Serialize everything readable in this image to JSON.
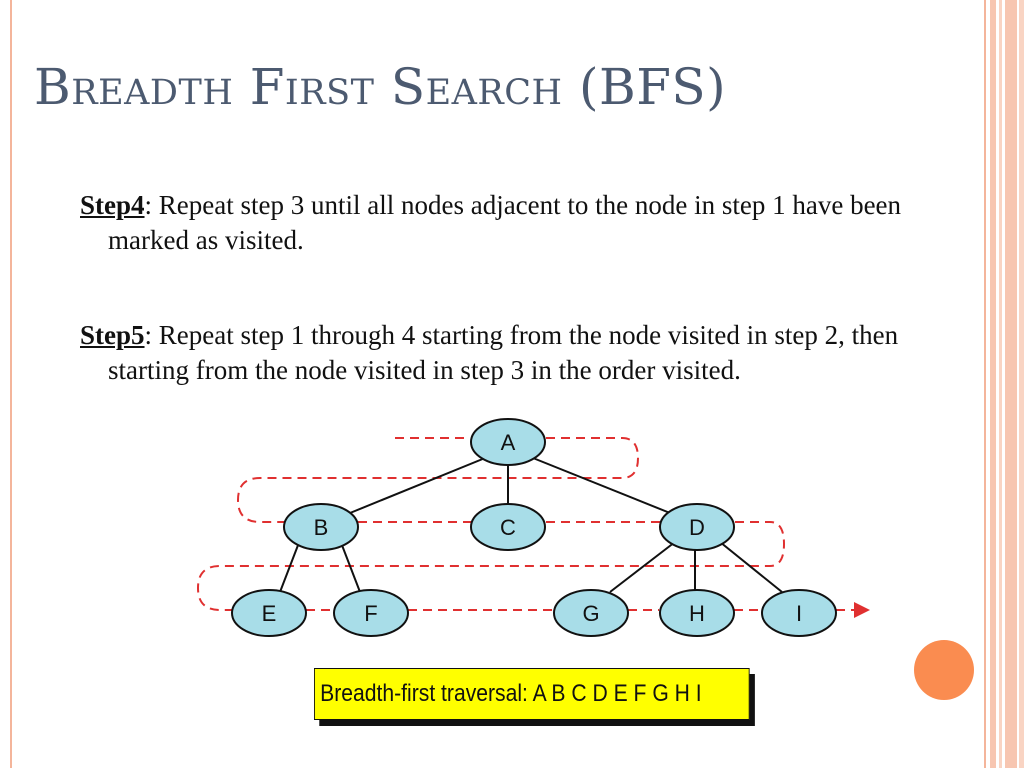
{
  "slide": {
    "title": "Breadth First Search (BFS)"
  },
  "paragraphs": [
    {
      "label": "Step4",
      "text": ": Repeat step 3 until all nodes adjacent to the node in step 1 have been marked as visited."
    },
    {
      "label": "Step5",
      "text": ": Repeat step 1 through 4 starting from the node visited in step 2, then starting from the node visited in step 3 in the order visited."
    }
  ],
  "diagram": {
    "nodes": [
      "A",
      "B",
      "C",
      "D",
      "E",
      "F",
      "G",
      "H",
      "I"
    ],
    "edges": [
      [
        "A",
        "B"
      ],
      [
        "A",
        "C"
      ],
      [
        "A",
        "D"
      ],
      [
        "B",
        "E"
      ],
      [
        "B",
        "F"
      ],
      [
        "D",
        "G"
      ],
      [
        "D",
        "H"
      ],
      [
        "D",
        "I"
      ]
    ],
    "traversal_caption": "Breadth-first traversal: A  B  C  D  E  F  G  H  I"
  },
  "colors": {
    "title": "#4c5a70",
    "node_fill": "#a8dde8",
    "dashed_path": "#e03030",
    "caption_bg": "#ffff00",
    "accent_dot": "#fa8c50"
  }
}
